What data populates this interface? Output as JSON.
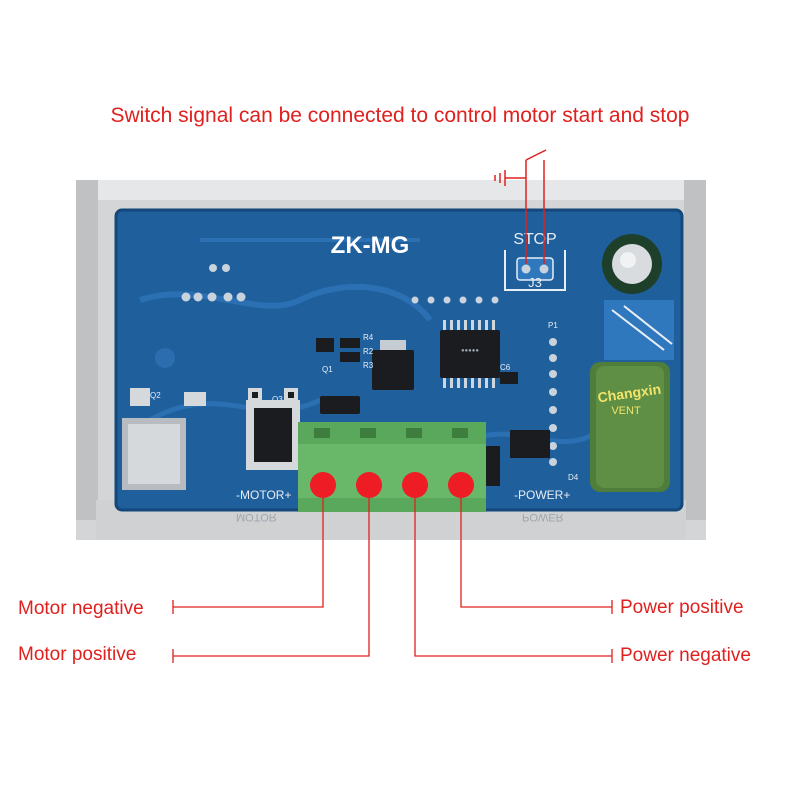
{
  "caption": "Switch signal can be connected to control motor start and stop",
  "board": {
    "model": "ZK-MG",
    "stop_label": "STOP",
    "connector_label": "J3",
    "motor_label": "-MOTOR+",
    "power_label": "-POWER+",
    "mirror_motor": "MOTOR",
    "mirror_power": "POWER",
    "part_labels": [
      "Q1",
      "Q2",
      "Q3",
      "R4",
      "R2",
      "R3",
      "C6",
      "P1",
      "D4"
    ],
    "capacitor_brand": "Changxin",
    "capacitor_vent": "VENT"
  },
  "terminals": {
    "motor_negative": "Motor negative",
    "motor_positive": "Motor positive",
    "power_positive": "Power positive",
    "power_negative": "Power negative"
  },
  "colors": {
    "annotation": "#e0201e",
    "pcb": "#1f5f9c",
    "terminal_block": "#69b86a",
    "terminal_dot": "#ee1c24",
    "enclosure": "#c9cbcd"
  }
}
